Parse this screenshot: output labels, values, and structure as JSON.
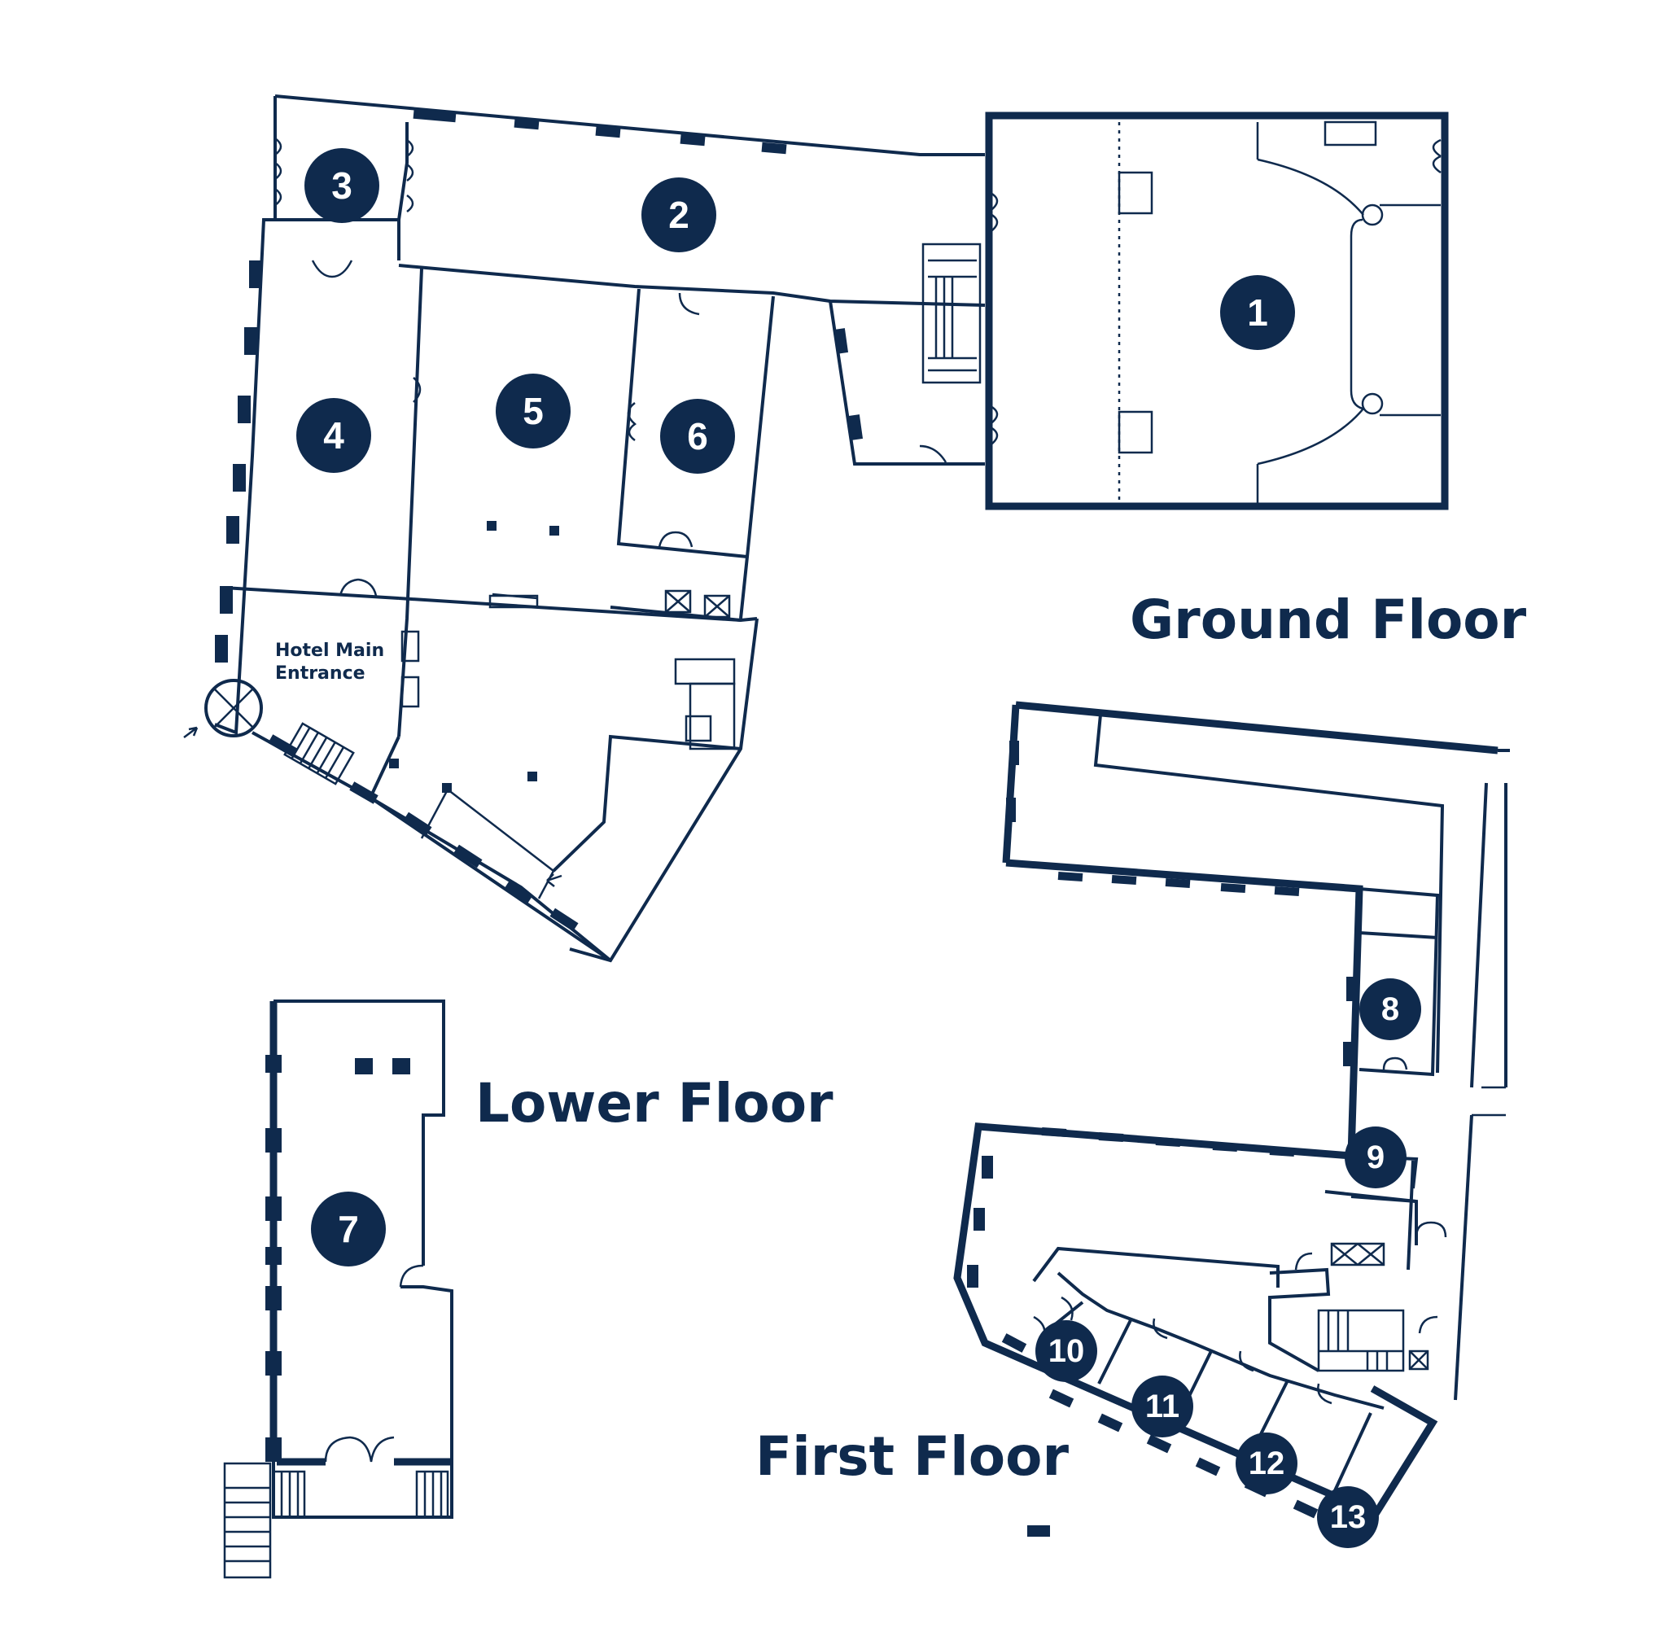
{
  "floors": {
    "ground": {
      "label": "Ground Floor"
    },
    "lower": {
      "label": "Lower Floor"
    },
    "first": {
      "label": "First Floor"
    }
  },
  "entrance": {
    "line1": "Hotel Main",
    "line2": "Entrance"
  },
  "rooms": [
    "1",
    "2",
    "3",
    "4",
    "5",
    "6",
    "7",
    "8",
    "9",
    "10",
    "11",
    "12",
    "13"
  ],
  "colors": {
    "navy": "#0f2a4d",
    "background": "#ffffff"
  }
}
